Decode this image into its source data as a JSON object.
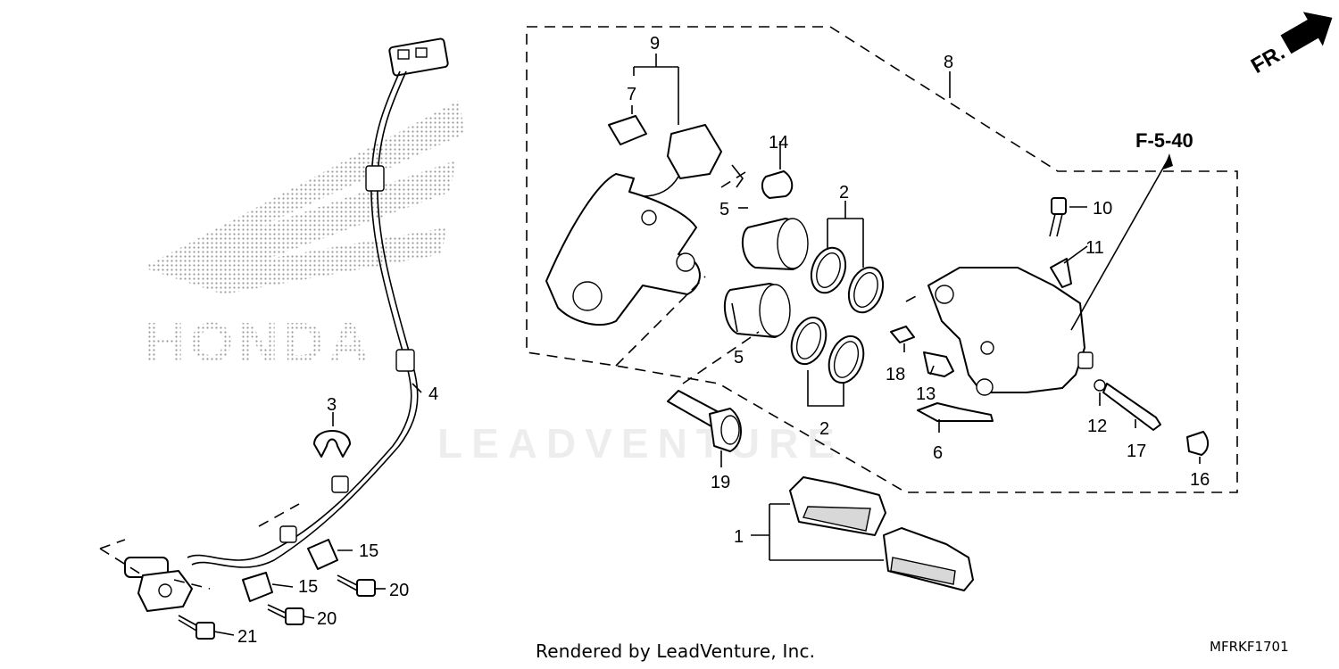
{
  "callouts": {
    "p1": "1",
    "p2a": "2",
    "p2b": "2",
    "p3": "3",
    "p4": "4",
    "p5a": "5",
    "p5b": "5",
    "p6": "6",
    "p7": "7",
    "p8": "8",
    "p9": "9",
    "p10": "10",
    "p11": "11",
    "p12": "12",
    "p13": "13",
    "p14": "14",
    "p15a": "15",
    "p15b": "15",
    "p16": "16",
    "p17": "17",
    "p18": "18",
    "p19": "19",
    "p20a": "20",
    "p20b": "20",
    "p21": "21"
  },
  "reference": "F-5-40",
  "direction": "FR.",
  "logo_text": "HONDA",
  "watermark": "LEADVENTURE",
  "footer": {
    "credit": "Rendered by LeadVenture, Inc.",
    "code": "MFRKF1701"
  }
}
